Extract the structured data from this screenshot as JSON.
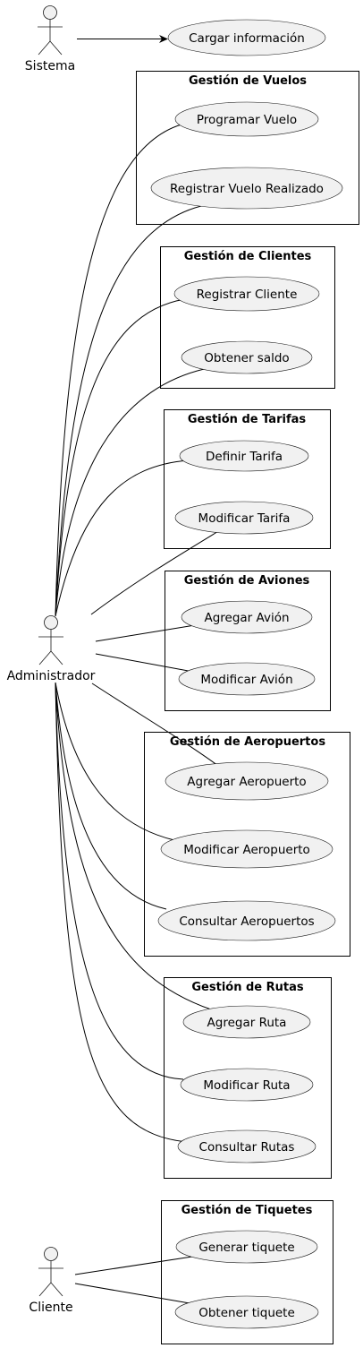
{
  "actors": {
    "sistema": "Sistema",
    "administrador": "Administrador",
    "cliente": "Cliente"
  },
  "packages": {
    "vuelos": "Gestión de Vuelos",
    "clientes": "Gestión de Clientes",
    "tarifas": "Gestión de Tarifas",
    "aviones": "Gestión de Aviones",
    "aeropuertos": "Gestión de Aeropuertos",
    "rutas": "Gestión de Rutas",
    "tiquetes": "Gestión de Tiquetes"
  },
  "use_cases": {
    "cargar_informacion": "Cargar información",
    "programar_vuelo": "Programar Vuelo",
    "registrar_vuelo_realizado": "Registrar Vuelo Realizado",
    "registrar_cliente": "Registrar Cliente",
    "obtener_saldo": "Obtener saldo",
    "definir_tarifa": "Definir Tarifa",
    "modificar_tarifa": "Modificar Tarifa",
    "agregar_avion": "Agregar Avión",
    "modificar_avion": "Modificar Avión",
    "agregar_aeropuerto": "Agregar Aeropuerto",
    "modificar_aeropuerto": "Modificar Aeropuerto",
    "consultar_aeropuertos": "Consultar Aeropuertos",
    "agregar_ruta": "Agregar Ruta",
    "modificar_ruta": "Modificar Ruta",
    "consultar_rutas": "Consultar Rutas",
    "generar_tiquete": "Generar tiquete",
    "obtener_tiquete": "Obtener tiquete"
  }
}
